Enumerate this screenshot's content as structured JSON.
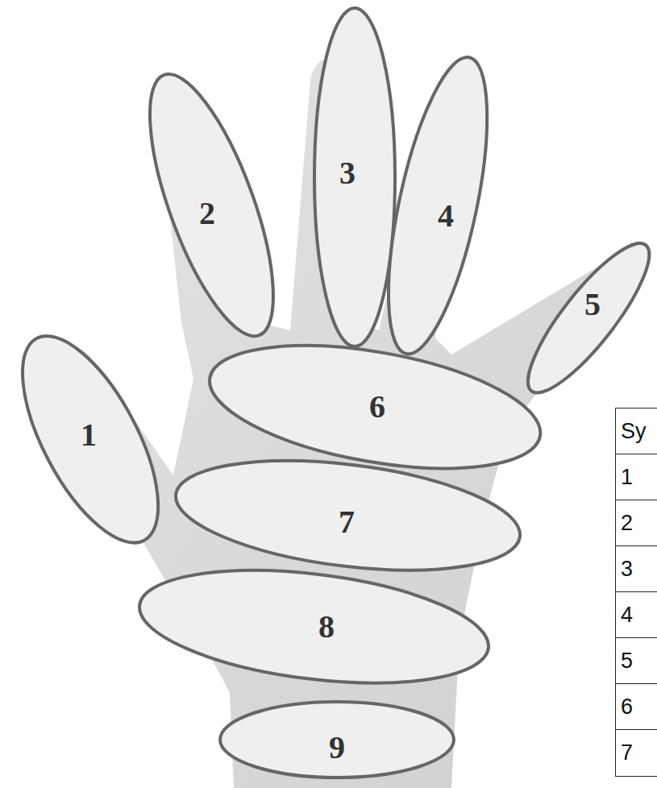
{
  "diagram": {
    "nodes": [
      {
        "text": [
          "1"
        ]
      },
      {
        "text": [
          "2"
        ]
      },
      {
        "text": [
          "3"
        ]
      },
      {
        "text": [
          "4"
        ]
      },
      {
        "text": [
          "5"
        ]
      },
      {
        "text": [
          "6"
        ]
      },
      {
        "text": [
          "7"
        ]
      },
      {
        "text": [
          "8"
        ]
      },
      {
        "text": [
          "9"
        ]
      }
    ],
    "labels": [
      "Sy",
      "1",
      "2",
      "3",
      "4",
      "5",
      "6",
      "7"
    ]
  }
}
